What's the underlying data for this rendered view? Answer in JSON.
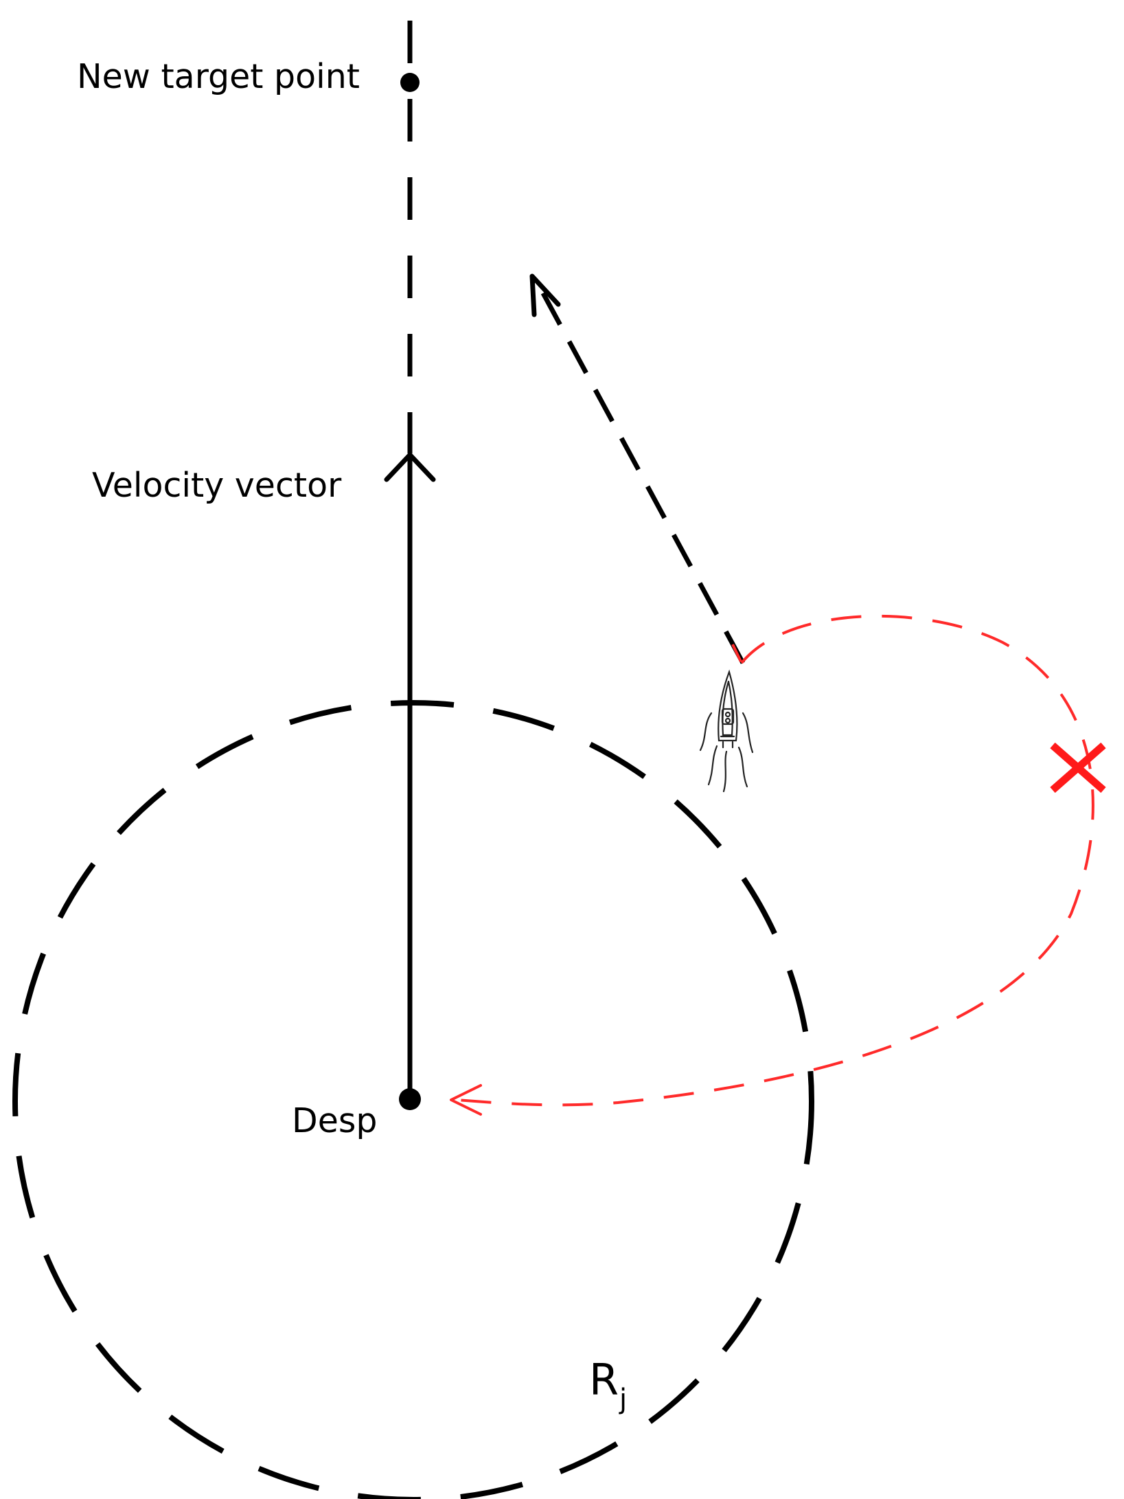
{
  "labels": {
    "new_target_point": "New target point",
    "velocity_vector": "Velocity vector",
    "desp": "Desp",
    "radius_main": "R",
    "radius_sub": "j"
  },
  "colors": {
    "primary_line": "#000000",
    "avoidance_path": "#ff2a2a",
    "obstacle_marker": "#ff1a1a",
    "background": "#ffffff"
  },
  "icons": {
    "vessel": "boat-icon",
    "obstacle": "cross-mark-icon"
  }
}
